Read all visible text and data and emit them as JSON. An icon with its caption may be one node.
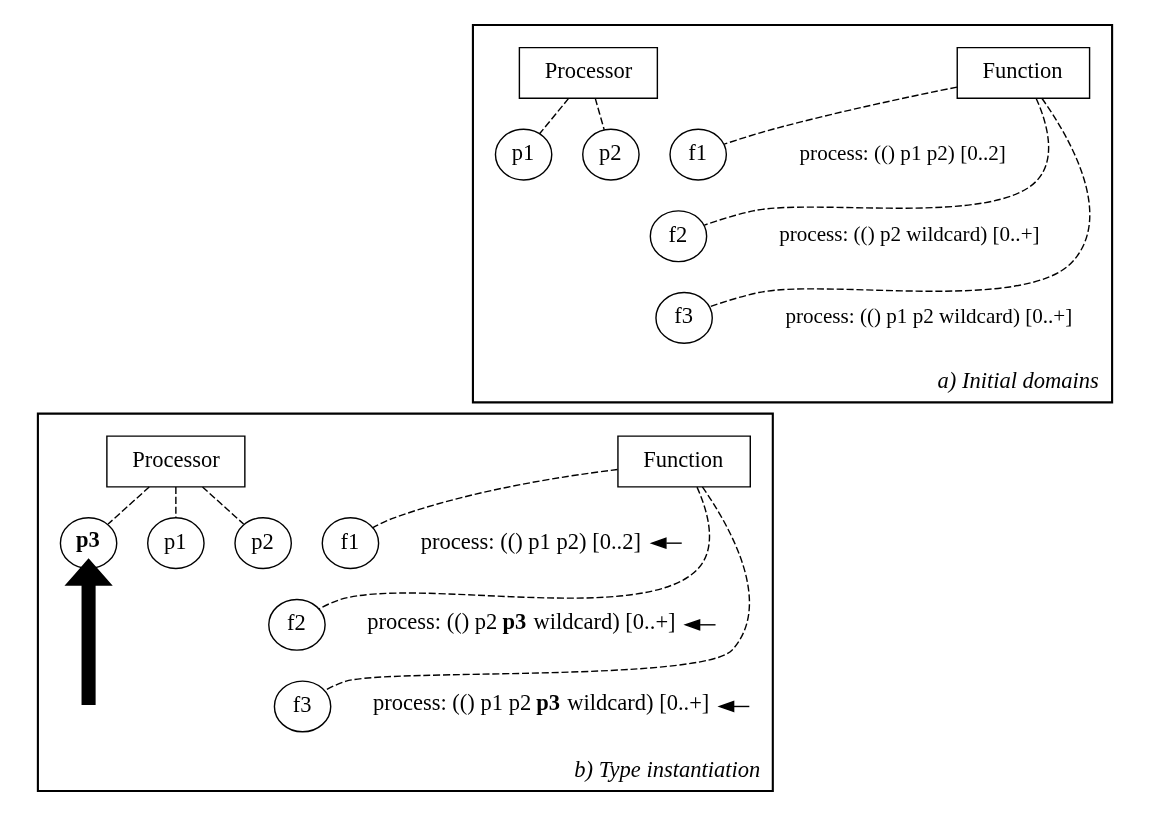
{
  "diagram": {
    "nodes": [
      {
        "text": [
          "a) Initial domains"
        ]
      },
      {
        "text": [
          "Function"
        ],
        "in": 0
      },
      {
        "text": [
          "f1"
        ],
        "in": 0,
        "beside": [
          "process: (() p1 p2) [0..2]"
        ]
      },
      {
        "text": [
          "f2"
        ],
        "in": 0,
        "beside": [
          "process: (() p2 wildcard) [0..+]"
        ]
      },
      {
        "text": [
          "f3"
        ],
        "in": 0,
        "beside": [
          "process: (() p1 p2 wildcard) [0..+]"
        ]
      },
      {
        "text": [
          "Processor"
        ],
        "in": 0
      },
      {
        "text": [
          "p1"
        ],
        "in": 0
      },
      {
        "text": [
          "p2"
        ],
        "in": 0
      },
      {
        "text": [
          "b) Type instantiation"
        ]
      },
      {
        "text": [
          "Function"
        ],
        "in": 8
      },
      {
        "text": [
          "f1"
        ],
        "in": 8
      },
      {
        "text": [
          "f2"
        ],
        "in": 8
      },
      {
        "text": [
          "f3"
        ],
        "in": 8
      },
      {
        "text": [
          "Processor"
        ],
        "in": 8
      },
      {
        "text": [
          "p3"
        ],
        "in": 8
      },
      {
        "text": [
          "p1"
        ],
        "in": 8
      },
      {
        "text": [
          "p2"
        ],
        "in": 8
      },
      {
        "text": [
          "process: (() p1 p2) [0..2]"
        ],
        "in": 8
      },
      {
        "text": [
          "process: (() p2 **p3** wildcard) [0..+]"
        ],
        "in": 8
      },
      {
        "text": [
          "process: (() p1 p2 **p3** wildcard) [0..+]"
        ],
        "in": 8
      }
    ],
    "edges": [
      {
        "from": 1,
        "to": 2,
        "arrow": "none",
        "style": "dashed"
      },
      {
        "from": 1,
        "to": 3,
        "arrow": "none",
        "style": "dashed"
      },
      {
        "from": 1,
        "to": 4,
        "arrow": "none",
        "style": "dashed"
      },
      {
        "from": 5,
        "to": 6,
        "arrow": "none",
        "style": "dashed"
      },
      {
        "from": 5,
        "to": 7,
        "arrow": "none",
        "style": "dashed"
      },
      {
        "from": 9,
        "to": 10,
        "arrow": "none",
        "style": "dashed"
      },
      {
        "from": 9,
        "to": 11,
        "arrow": "none",
        "style": "dashed"
      },
      {
        "from": 9,
        "to": 12,
        "arrow": "none",
        "style": "dashed"
      },
      {
        "from": 13,
        "to": 14,
        "arrow": "none",
        "style": "dashed"
      },
      {
        "from": 13,
        "to": 15,
        "arrow": "none",
        "style": "dashed"
      },
      {
        "from": 13,
        "to": 16,
        "arrow": "none",
        "style": "dashed"
      },
      {
        "from": null,
        "to": 17,
        "arrow": "to"
      },
      {
        "from": null,
        "to": 18,
        "arrow": "to"
      },
      {
        "from": null,
        "to": 19,
        "arrow": "to"
      },
      {
        "from": null,
        "to": 14,
        "arrow": "to",
        "style": "thick"
      }
    ]
  }
}
